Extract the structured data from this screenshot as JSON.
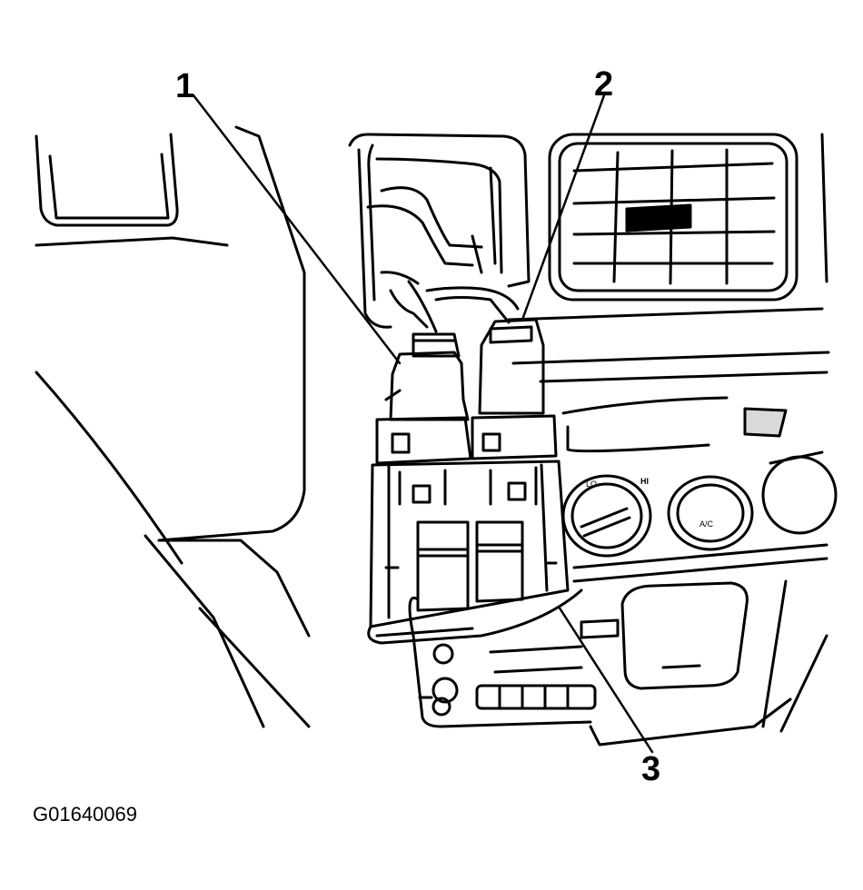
{
  "figure_id": "G01640069",
  "callouts": [
    "1",
    "2",
    "3"
  ],
  "panel_labels": {
    "fan_lo": "LO",
    "fan_hi": "HI",
    "ac": "A/C"
  },
  "colors": {
    "ink": "#000000",
    "paper": "#ffffff"
  }
}
